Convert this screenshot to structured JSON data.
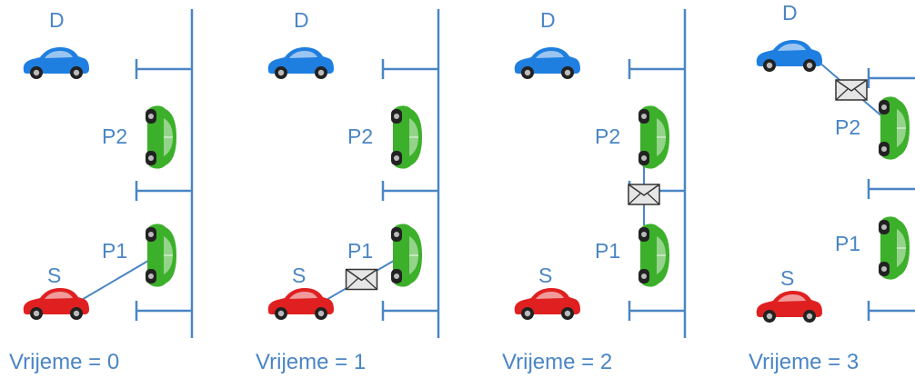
{
  "colors": {
    "accent": "#4a86c5",
    "source_car": "#e02020",
    "dest_car": "#1f7fe0",
    "parked_car": "#3cb02a",
    "envelope": "#e6e6e6"
  },
  "legend": {
    "source": "S",
    "destination": "D",
    "parked_1": "P1",
    "parked_2": "P2"
  },
  "panels": [
    {
      "time_label": "Vrijeme = 0",
      "message_at": "none",
      "link": "S-P1"
    },
    {
      "time_label": "Vrijeme = 1",
      "message_at": "S-P1",
      "link": "S-P1"
    },
    {
      "time_label": "Vrijeme = 2",
      "message_at": "P1-P2",
      "link": "P1-P2"
    },
    {
      "time_label": "Vrijeme = 3",
      "message_at": "P2-D",
      "link": "P2-D"
    }
  ],
  "icons": {
    "message": "envelope-icon",
    "vehicle": "car-icon"
  }
}
